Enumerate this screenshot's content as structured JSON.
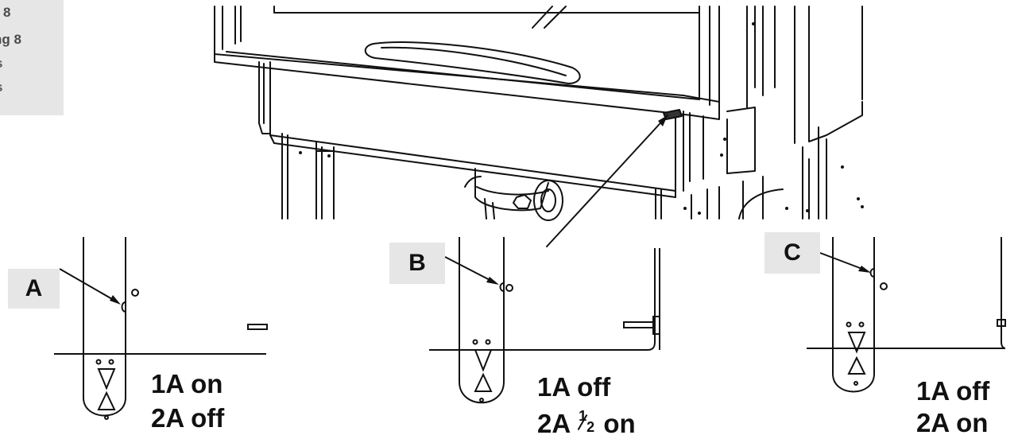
{
  "sidebar": {
    "lines": [
      "8",
      "ng 8",
      "s",
      "s"
    ]
  },
  "callouts": {
    "a": "A",
    "b": "B",
    "c": "C"
  },
  "settings": {
    "a": {
      "line1": "1A on",
      "line2": "2A off"
    },
    "b": {
      "line1": "1A off",
      "line2_prefix": "2A",
      "frac_num": "1",
      "frac_den": "2",
      "line2_suffix": "on"
    },
    "c": {
      "line1": "1A off",
      "line2": "2A on"
    }
  }
}
